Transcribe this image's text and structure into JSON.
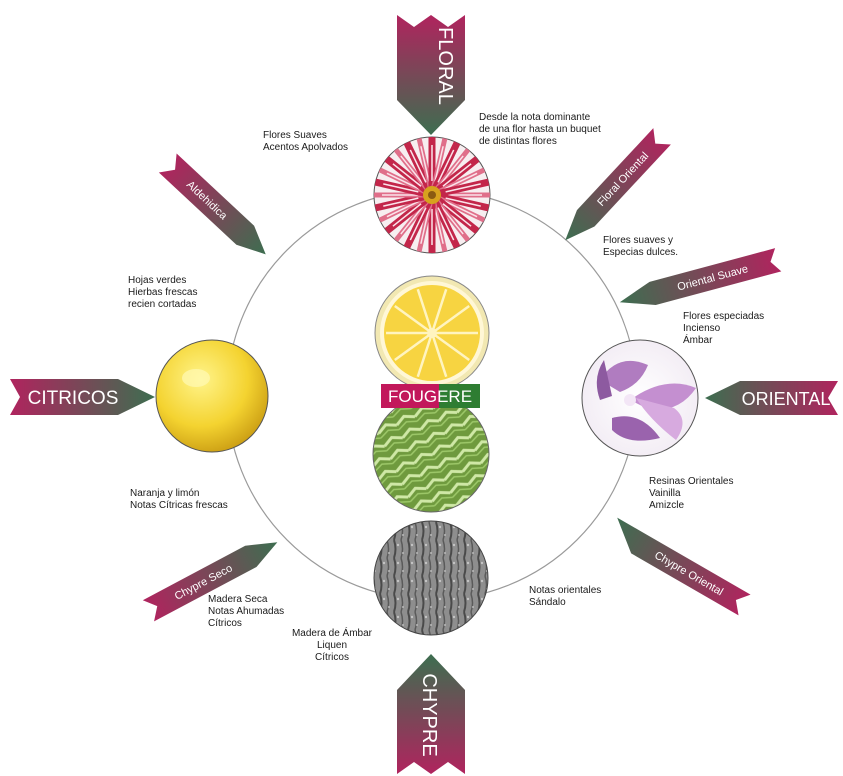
{
  "center_label": "FOUGERE",
  "families": {
    "floral": "FLORAL",
    "oriental": "ORIENTAL",
    "chypre": "CHYPRE",
    "citricos": "CITRICOS",
    "floral_oriental": "Floral Oriental",
    "oriental_suave": "Oriental Suave",
    "chypre_oriental": "Chypre Oriental",
    "chypre_seco": "Chypre Seco",
    "aldehidica": "Aldehidica"
  },
  "notes": {
    "floral_desc": "Desde la nota dominante\nde una flor hasta un buquet\nde distintas flores",
    "aldehidica_desc": "Flores Suaves\nAcentos Apolvados",
    "floral_oriental_desc": "Flores suaves y\nEspecias dulces.",
    "oriental_suave_desc": "Flores especiadas\nIncienso\nÁmbar",
    "oriental_desc": "Resinas Orientales\nVainilla\nAmizcle",
    "chypre_oriental_desc": "Notas orientales\nSándalo",
    "chypre_desc": "Madera de Ámbar\nLiquen\nCítricos",
    "chypre_seco_desc": "Madera Seca\nNotas Ahumadas\nCítricos",
    "citricos_desc": "Naranja y limón\nNotas Cítricas frescas",
    "green_desc": "Hojas verdes\nHierbas frescas\nrecien cortadas"
  },
  "colors": {
    "magenta": "#b0245e",
    "green": "#3d6e50",
    "navy": "#1f1c4a",
    "fougere_pink": "#c2185b",
    "fougere_green": "#2e7d32",
    "ring": "#9a9a9a"
  },
  "images": {
    "floral": "flower-photo",
    "oriental": "orchid-photo",
    "chypre": "bark-photo",
    "citricos": "grapefruit-photo",
    "fougere_top": "lemon-slice-photo",
    "fougere_bottom": "fern-photo"
  }
}
